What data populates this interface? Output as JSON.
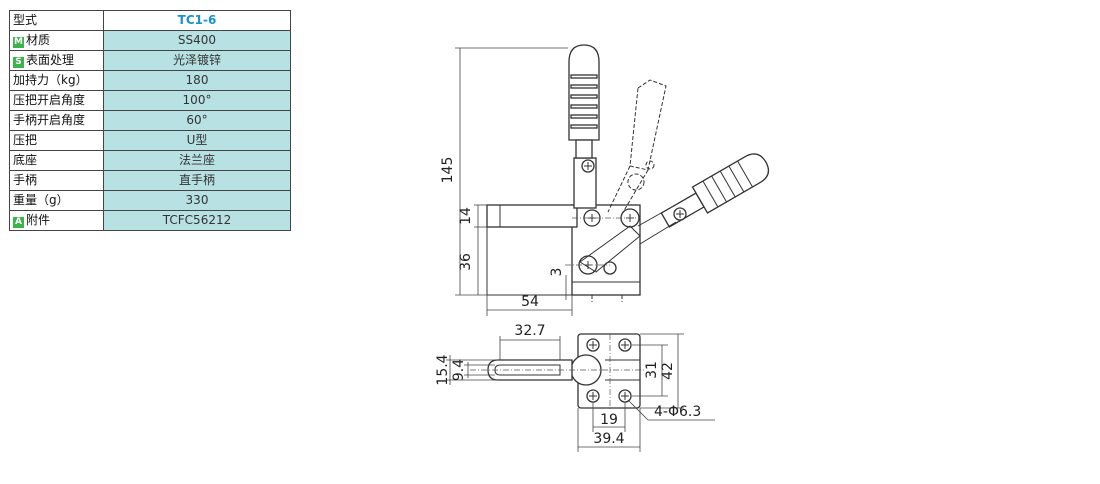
{
  "specs": {
    "rows": [
      {
        "label": "型式",
        "value": "TC1-6",
        "badge": null,
        "badge_color": null
      },
      {
        "label": "材质",
        "value": "SS400",
        "badge": "M",
        "badge_color": "#3cb44b"
      },
      {
        "label": "表面处理",
        "value": "光泽镀锌",
        "badge": "S",
        "badge_color": "#3cb44b"
      },
      {
        "label": "加持力（kg）",
        "value": "180",
        "badge": null,
        "badge_color": null
      },
      {
        "label": "压把开启角度",
        "value": "100°",
        "badge": null,
        "badge_color": null
      },
      {
        "label": "手柄开启角度",
        "value": "60°",
        "badge": null,
        "badge_color": null
      },
      {
        "label": "压把",
        "value": "U型",
        "badge": null,
        "badge_color": null
      },
      {
        "label": "底座",
        "value": "法兰座",
        "badge": null,
        "badge_color": null
      },
      {
        "label": "手柄",
        "value": "直手柄",
        "badge": null,
        "badge_color": null
      },
      {
        "label": "重量（g）",
        "value": "330",
        "badge": null,
        "badge_color": null
      },
      {
        "label": "附件",
        "value": "TCFC56212",
        "badge": "A",
        "badge_color": "#3cb44b"
      }
    ]
  },
  "drawing": {
    "dims": {
      "height_total": "145",
      "arm_thickness": "14",
      "base_height": "36",
      "gap": "3",
      "base_depth": "54",
      "arm_length": "32.7",
      "arm_width_outer": "15.4",
      "arm_width_inner": "9.4",
      "hole_spacing_v": "31",
      "base_width_v": "42",
      "hole_spacing_h": "19",
      "base_width_h": "39.4",
      "hole_callout": "4-Φ6.3"
    }
  },
  "colors": {
    "value_cell_bg": "#b8e1e4",
    "model_text": "#1a93c9",
    "badge_green": "#3cb44b"
  }
}
